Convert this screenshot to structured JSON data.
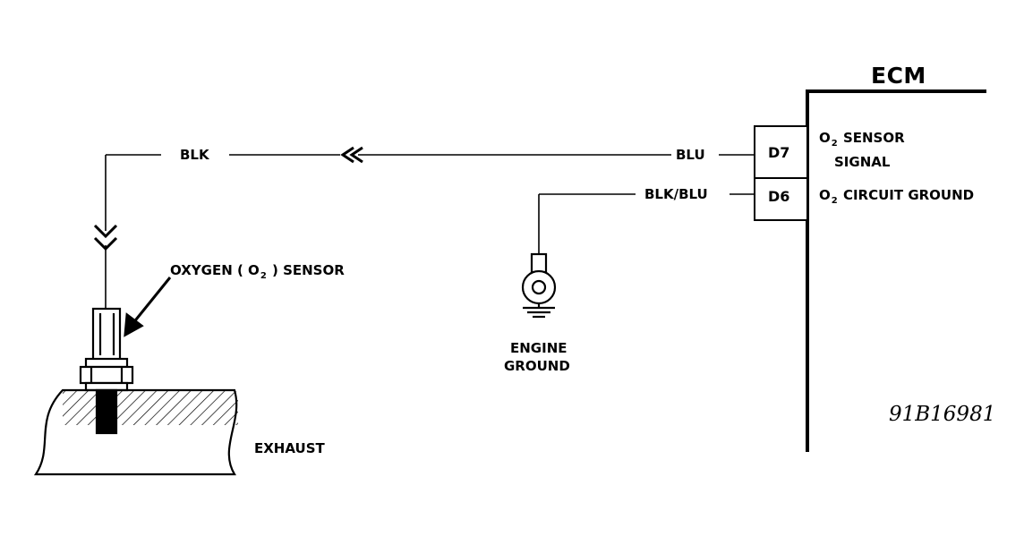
{
  "ecm": {
    "title": "ECM",
    "pins": [
      {
        "id": "D7",
        "function_pre": "O",
        "function_sub": "2",
        "function_line1": " SENSOR",
        "function_line2": "SIGNAL"
      },
      {
        "id": "D6",
        "function_pre": "O",
        "function_sub": "2",
        "function_line1": " CIRCUIT GROUND"
      }
    ]
  },
  "wires": {
    "blk": "BLK",
    "blu": "BLU",
    "blk_blu": "BLK/BLU"
  },
  "sensor": {
    "label_pre": "OXYGEN ( O",
    "label_sub": "2",
    "label_post": " ) SENSOR"
  },
  "engine_ground": {
    "line1": "ENGINE",
    "line2": "GROUND"
  },
  "exhaust": "EXHAUST",
  "figure_code": "91B16981"
}
